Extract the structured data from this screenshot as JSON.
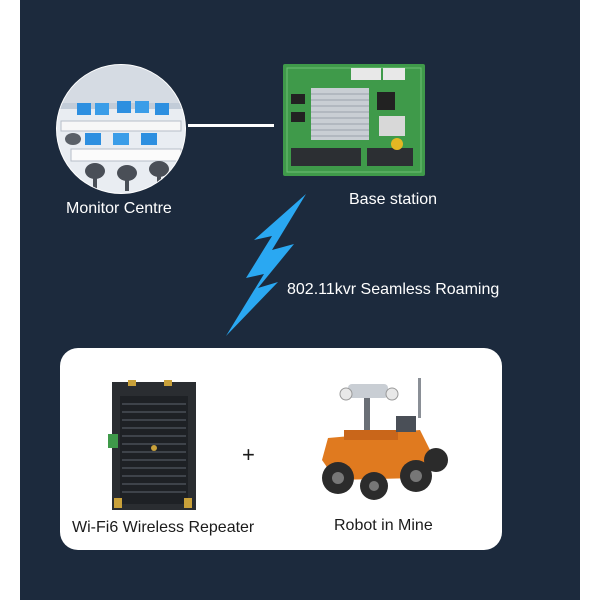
{
  "diagram": {
    "nodes": {
      "monitor": {
        "label": "Monitor Centre"
      },
      "base": {
        "label": "Base station"
      },
      "repeater": {
        "label": "Wi-Fi6 Wireless Repeater"
      },
      "robot": {
        "label": "Robot in Mine"
      }
    },
    "link": {
      "label": "802.11kvr Seamless Roaming"
    },
    "plus": "+"
  },
  "colors": {
    "background": "#1c2a3d",
    "lightning": "#2aa8f2",
    "card": "#ffffff",
    "pcb_green": "#3f9a4a",
    "robot_orange": "#e07a1f"
  }
}
